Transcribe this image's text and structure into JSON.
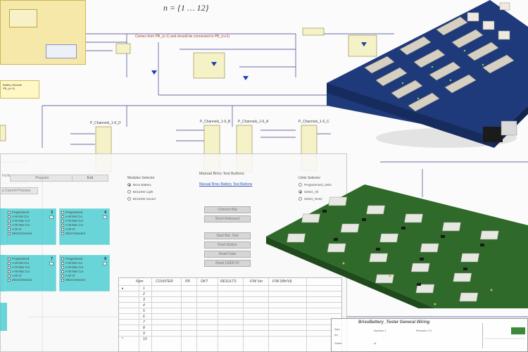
{
  "schematic": {
    "title": "n = {1 … 12}",
    "note": "Comes from PB_(n-1) and should be connected to PB_(n+1)",
    "side_note_1": "Battery Module",
    "side_note_2": "PB_(n+1)",
    "connector_labels": [
      "P_Channels_1-6_D",
      "P_Channels_1-6_B",
      "P_Channels_1-6_A",
      "P_Channels_1-6_C"
    ]
  },
  "app": {
    "tab_fwtest": "FwTest",
    "program_button": "Program",
    "exit_button": "Exit",
    "stop_button": "p Current Process",
    "modules_selector": {
      "title": "Modules Selector",
      "options": [
        "Brixo Battery",
        "BrixoSW Light",
        "BrixoSW Sound"
      ],
      "selected": "Brixo Battery"
    },
    "manual_panel": {
      "title": "Manual Brixo Test Buttons",
      "link": "Manual Brixo Battery Test Buttons",
      "buttons": [
        "Connect Bat",
        "Short Released",
        "Start Bat. Test",
        "Push Button",
        "Read Data",
        "Read USER ID"
      ]
    },
    "units_selector": {
      "title": "Units Selector",
      "options": [
        "Programmed_Units",
        "Select_All",
        "Select_None"
      ],
      "selected": "Select_All"
    },
    "tiles": [
      {
        "number": "3",
        "items": [
          "Programmed",
          "A-W Min Cur",
          "A-W Max Cur",
          "A-W Max Cur",
          "A-W Vt",
          "Short Detected"
        ]
      },
      {
        "number": "4",
        "items": [
          "Programmed",
          "A-W Min Cur",
          "A-W Max Cur",
          "A-W Max Cur",
          "A-W Vt",
          "Short Detected"
        ]
      },
      {
        "number": "7",
        "items": [
          "Programmed",
          "A-W Min Cur",
          "A-W Max Cur",
          "A-W Max Cur",
          "A-W Vt",
          "Short Detected"
        ]
      },
      {
        "number": "8",
        "items": [
          "Programmed",
          "A-W Min Cur",
          "A-W Max Cur",
          "A-W Max Cur",
          "A-W Vt",
          "Short Detected"
        ]
      }
    ],
    "table": {
      "columns": [
        "Num",
        "COUNTER",
        "PR",
        "OK?",
        "RESULTS",
        "F/W Ver",
        "F/W (Wh/Vt)"
      ],
      "rows": [
        "1",
        "2",
        "3",
        "4",
        "5",
        "6",
        "7",
        "8",
        "9",
        "10"
      ]
    }
  },
  "titleblock": {
    "title": "BrixoBattery_Tester General Wiring",
    "cells": [
      "Size",
      "A4",
      "Number 1",
      "Revision 2.0",
      "Sheet",
      "of"
    ]
  },
  "colors": {
    "tile": "#40cace",
    "pcb_blue": "#1f3a7a",
    "pcb_green": "#2f6a2a",
    "link": "#3a5ab8"
  }
}
